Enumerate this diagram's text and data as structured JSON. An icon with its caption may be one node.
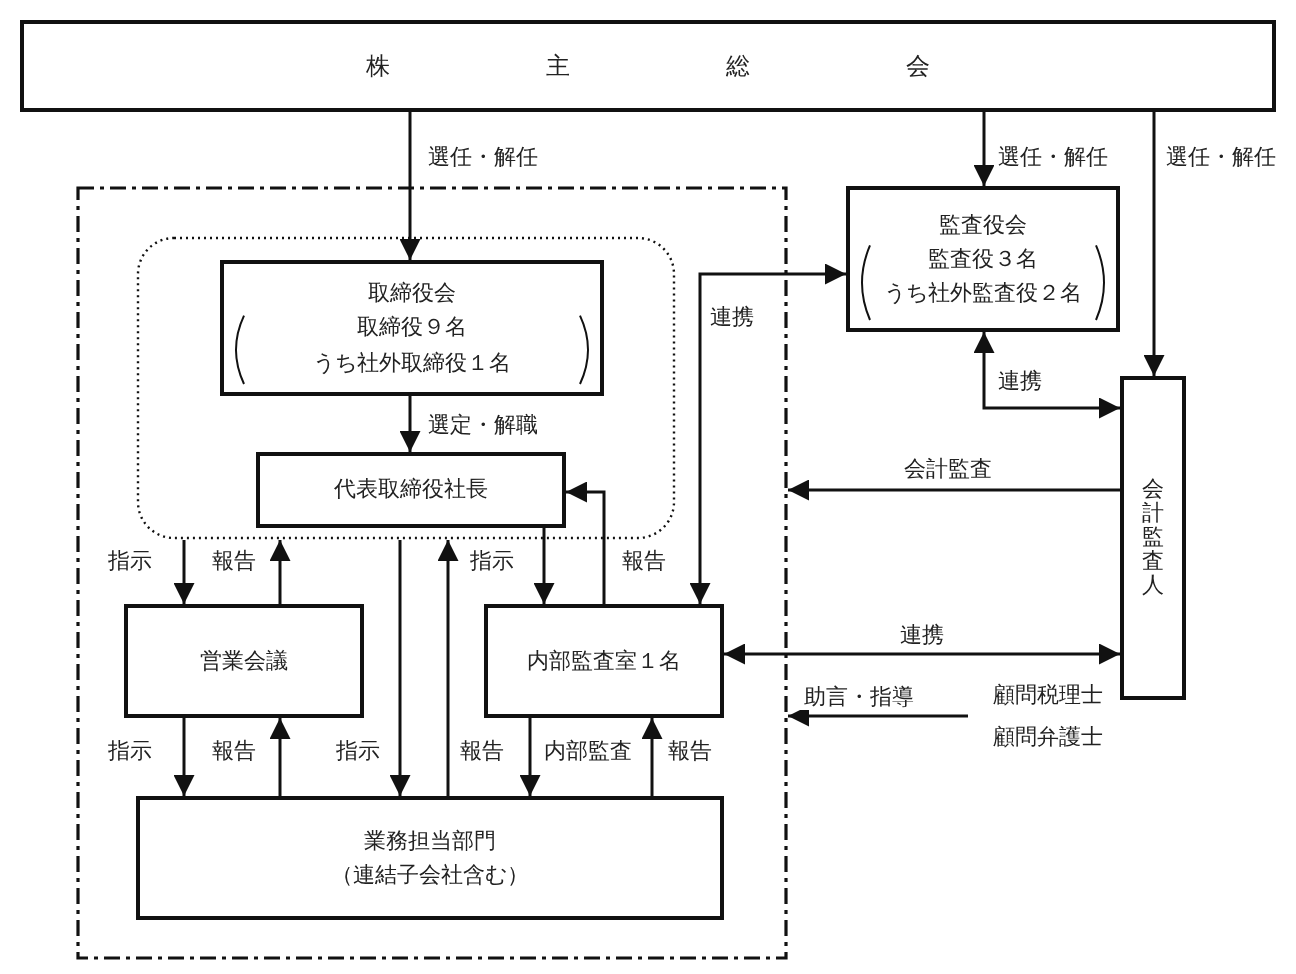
{
  "diagram": {
    "nodes": [
      {
        "text": [
          "株主総会"
        ]
      },
      {
        "text": [],
        "shape": "box"
      },
      {
        "text": [],
        "shape": "box",
        "in": 1
      },
      {
        "text": [
          "取締役会",
          "取締役９名",
          "うち社外取締役１名"
        ],
        "in": 2
      },
      {
        "text": [
          "代表取締役社長"
        ],
        "in": 2
      },
      {
        "text": [
          "営業会議"
        ],
        "in": 1
      },
      {
        "text": [
          "内部監査室１名"
        ],
        "in": 1
      },
      {
        "text": [
          "業務担当部門",
          "（連結子会社含む）"
        ],
        "in": 1
      },
      {
        "text": [
          "監査役会",
          "監査役３名",
          "うち社外監査役２名"
        ]
      },
      {
        "text": [
          "会計監査人"
        ]
      },
      {
        "text": [
          "顧問税理士",
          "顧問弁護士"
        ]
      }
    ],
    "edges": [
      {
        "from": 0,
        "to": 3,
        "arrow": "to",
        "label": "選任・解任"
      },
      {
        "from": 0,
        "to": 8,
        "arrow": "to",
        "label": "選任・解任"
      },
      {
        "from": 0,
        "to": 9,
        "arrow": "to",
        "label": "選任・解任"
      },
      {
        "from": 3,
        "to": 4,
        "arrow": "to",
        "label": "選定・解職"
      },
      {
        "from": 2,
        "to": 5,
        "arrow": "to",
        "label": "指示"
      },
      {
        "from": 5,
        "to": 2,
        "arrow": "to",
        "label": "報告"
      },
      {
        "from": 4,
        "to": 6,
        "arrow": "to",
        "label": "指示"
      },
      {
        "from": 6,
        "to": 4,
        "arrow": "to",
        "label": "報告"
      },
      {
        "from": 5,
        "to": 7,
        "arrow": "to",
        "label": "指示"
      },
      {
        "from": 7,
        "to": 5,
        "arrow": "to",
        "label": "報告"
      },
      {
        "from": 2,
        "to": 7,
        "arrow": "to",
        "label": "指示"
      },
      {
        "from": 7,
        "to": 2,
        "arrow": "to",
        "label": "報告"
      },
      {
        "from": 6,
        "to": 7,
        "arrow": "to",
        "label": "内部監査"
      },
      {
        "from": 7,
        "to": 6,
        "arrow": "to",
        "label": "報告"
      },
      {
        "from": 6,
        "to": 8,
        "arrow": "both",
        "label": "連携"
      },
      {
        "from": 8,
        "to": 9,
        "arrow": "both",
        "label": "連携"
      },
      {
        "from": 9,
        "to": 1,
        "arrow": "to",
        "label": "会計監査"
      },
      {
        "from": 6,
        "to": 9,
        "arrow": "both",
        "label": "連携"
      },
      {
        "from": 10,
        "to": 1,
        "arrow": "to",
        "label": "助言・指導"
      }
    ]
  }
}
